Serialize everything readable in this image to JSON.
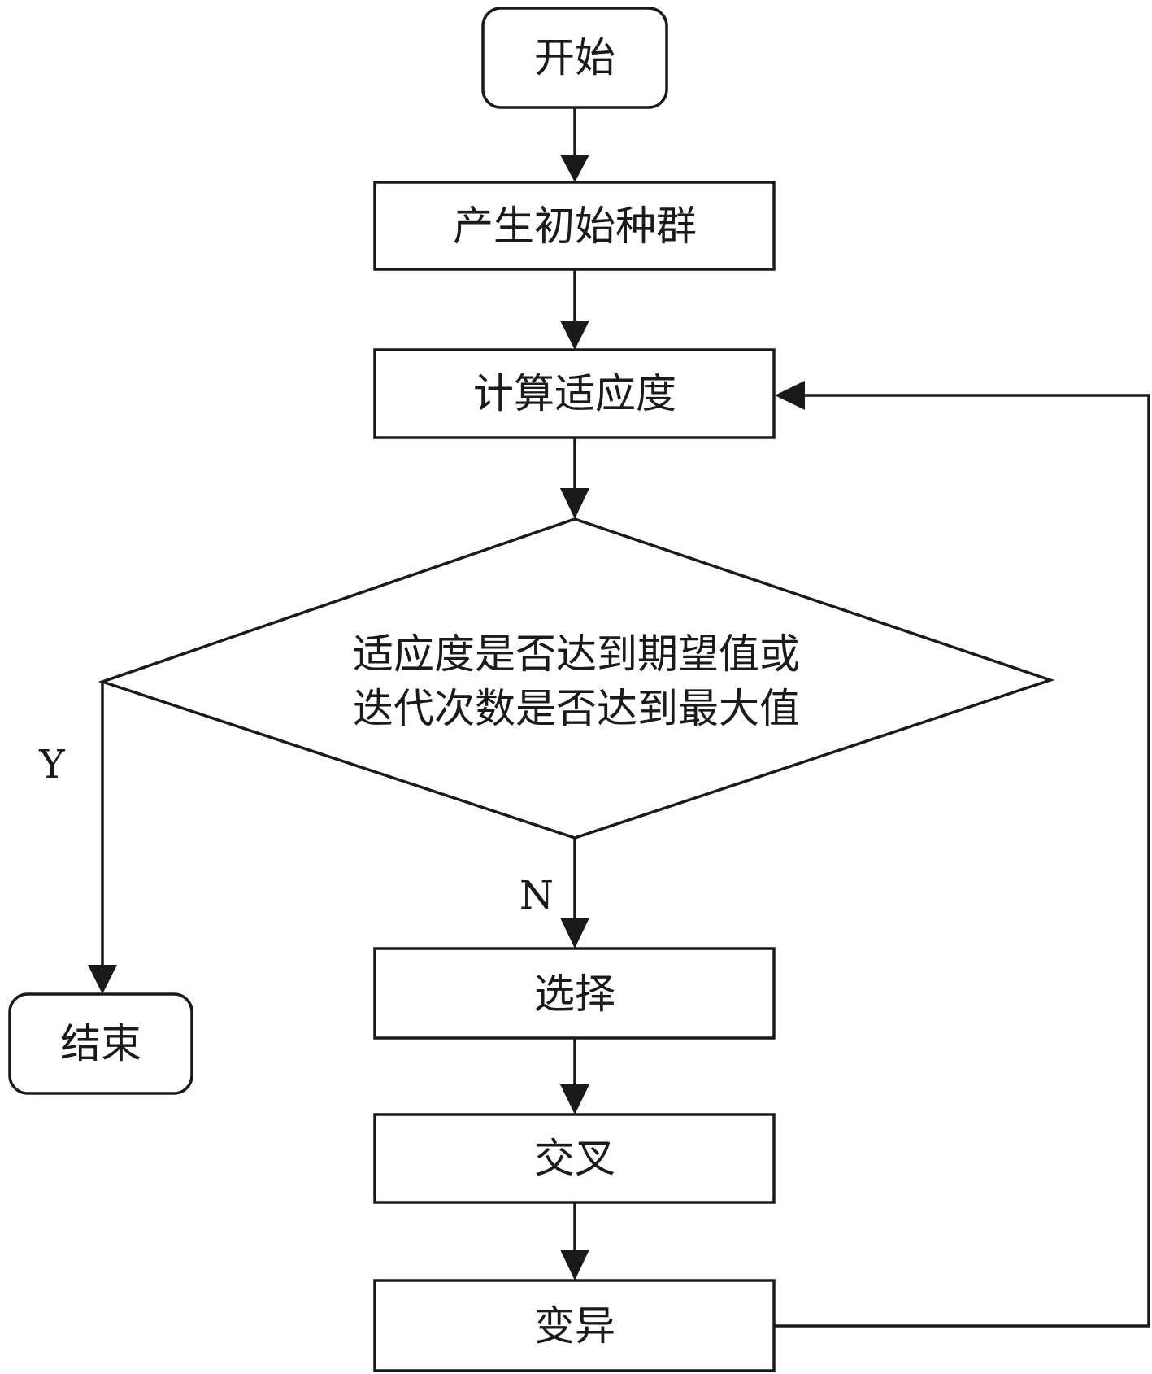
{
  "diagram": {
    "type": "flowchart",
    "nodes": {
      "start": {
        "label": "开始",
        "shape": "rounded-rect"
      },
      "init_population": {
        "label": "产生初始种群",
        "shape": "rect"
      },
      "compute_fitness": {
        "label": "计算适应度",
        "shape": "rect"
      },
      "decision": {
        "shape": "diamond",
        "line1": "适应度是否达到期望值或",
        "line2": "迭代次数是否达到最大值"
      },
      "end": {
        "label": "结束",
        "shape": "rounded-rect"
      },
      "selection": {
        "label": "选择",
        "shape": "rect"
      },
      "crossover": {
        "label": "交叉",
        "shape": "rect"
      },
      "mutation": {
        "label": "变异",
        "shape": "rect"
      }
    },
    "branch_labels": {
      "yes": "Y",
      "no": "N"
    },
    "edges": [
      {
        "from": "start",
        "to": "init_population"
      },
      {
        "from": "init_population",
        "to": "compute_fitness"
      },
      {
        "from": "compute_fitness",
        "to": "decision"
      },
      {
        "from": "decision",
        "to": "end",
        "label": "Y"
      },
      {
        "from": "decision",
        "to": "selection",
        "label": "N"
      },
      {
        "from": "selection",
        "to": "crossover"
      },
      {
        "from": "crossover",
        "to": "mutation"
      },
      {
        "from": "mutation",
        "to": "compute_fitness"
      }
    ],
    "colors": {
      "stroke": "#1a1a1a",
      "background": "#ffffff"
    }
  }
}
